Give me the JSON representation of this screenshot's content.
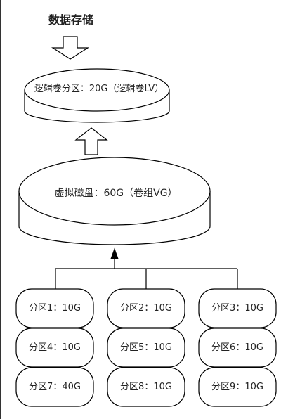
{
  "title": "数据存储",
  "logical_volume": {
    "label": "逻辑卷分区：20G（逻辑卷LV）"
  },
  "volume_group": {
    "label": "虚拟磁盘：60G（卷组VG）"
  },
  "partitions": [
    {
      "label": "分区1：10G"
    },
    {
      "label": "分区2：10G"
    },
    {
      "label": "分区3：10G"
    },
    {
      "label": "分区4：10G"
    },
    {
      "label": "分区5：10G"
    },
    {
      "label": "分区6：10G"
    },
    {
      "label": "分区7：40G"
    },
    {
      "label": "分区8：10G"
    },
    {
      "label": "分区9：10G"
    }
  ],
  "colors": {
    "stroke": "#000000",
    "fill": "#ffffff",
    "text": "#222222"
  }
}
